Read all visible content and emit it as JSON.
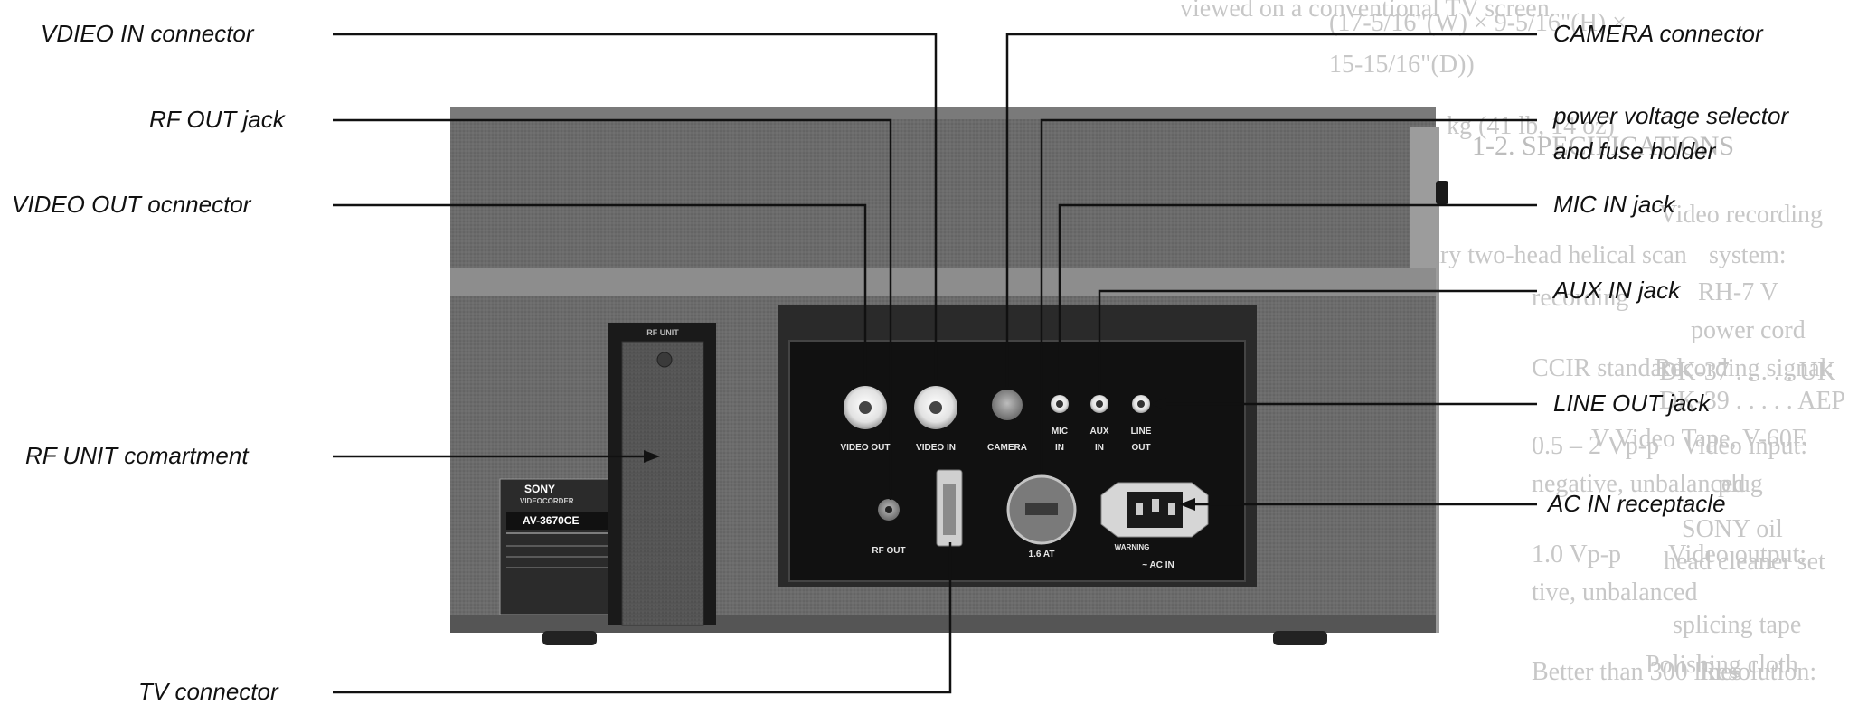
{
  "callouts_left": [
    {
      "id": "video-in",
      "text": "VDIEO IN connector"
    },
    {
      "id": "rf-out",
      "text": "RF OUT jack"
    },
    {
      "id": "video-out",
      "text": "VIDEO OUT ocnnector"
    },
    {
      "id": "rf-unit",
      "text": "RF UNIT comartment"
    },
    {
      "id": "tv",
      "text": "TV connector"
    }
  ],
  "callouts_right": [
    {
      "id": "camera",
      "text": "CAMERA connector"
    },
    {
      "id": "power-1",
      "text": "power voltage selector"
    },
    {
      "id": "power-2",
      "text": "and fuse holder"
    },
    {
      "id": "mic-in",
      "text": "MIC IN jack"
    },
    {
      "id": "aux-in",
      "text": "AUX IN jack"
    },
    {
      "id": "line-out",
      "text": "LINE OUT jack"
    },
    {
      "id": "ac-in",
      "text": "AC IN receptacle"
    }
  ],
  "panel_labels": {
    "video_out": "VIDEO OUT",
    "video_in": "VIDEO IN",
    "camera": "CAMERA",
    "mic": "MIC",
    "mic_in": "IN",
    "aux": "AUX",
    "aux_in": "IN",
    "line": "LINE",
    "line_out": "OUT",
    "rf_out": "RF OUT",
    "fuse": "1.6 AT",
    "ac_in": "~ AC IN",
    "warning": "WARNING",
    "rf_unit": "RF UNIT"
  },
  "nameplate": {
    "brand": "SONY",
    "sub": "VIDEOCORDER",
    "model": "AV-3670CE"
  },
  "ghost_text": [
    {
      "id": "g1",
      "text": "viewed on a conventional TV screen."
    },
    {
      "id": "g2",
      "text": "(17-5/16\"(W) × 9-5/16\"(H) ×"
    },
    {
      "id": "g3",
      "text": "15-15/16\"(D))"
    },
    {
      "id": "g4",
      "text": "kg (41 lb, 14 oz)"
    },
    {
      "id": "g5",
      "text": "1-2.   SPECIFICATIONS"
    },
    {
      "id": "g6",
      "text": "Video recording"
    },
    {
      "id": "g7",
      "text": "system:"
    },
    {
      "id": "g8",
      "text": "Rotary two-head helical scan"
    },
    {
      "id": "g9",
      "text": "recording"
    },
    {
      "id": "g10",
      "text": "RH-7 V"
    },
    {
      "id": "g11",
      "text": "power cord"
    },
    {
      "id": "g12",
      "text": "Recording signal:"
    },
    {
      "id": "g13",
      "text": "CCIR standard"
    },
    {
      "id": "g14",
      "text": "DK-37 . . . . . UK"
    },
    {
      "id": "g15",
      "text": "DK-39 . . . . . AEP"
    },
    {
      "id": "g16",
      "text": "Video input:"
    },
    {
      "id": "g17",
      "text": "0.5 – 2 Vp-p"
    },
    {
      "id": "g18",
      "text": "negative, unbalanced"
    },
    {
      "id": "g19",
      "text": "V Video Tape, V-60E"
    },
    {
      "id": "g20",
      "text": "plug"
    },
    {
      "id": "g21",
      "text": "SONY oil"
    },
    {
      "id": "g22",
      "text": "Video output:"
    },
    {
      "id": "g23",
      "text": "1.0 Vp-p"
    },
    {
      "id": "g24",
      "text": "tive, unbalanced"
    },
    {
      "id": "g25",
      "text": "head cleaner set"
    },
    {
      "id": "g26",
      "text": "splicing tape"
    },
    {
      "id": "g27",
      "text": "Polishing cloth"
    },
    {
      "id": "g28",
      "text": "Resolution:"
    },
    {
      "id": "g29",
      "text": "Better than 300 lines"
    }
  ],
  "colors": {
    "label_text": "#111111",
    "leader_line": "#111111",
    "cabinet": "#6f6f6f",
    "panel": "#141414",
    "ghost": "#c7c7c7"
  }
}
